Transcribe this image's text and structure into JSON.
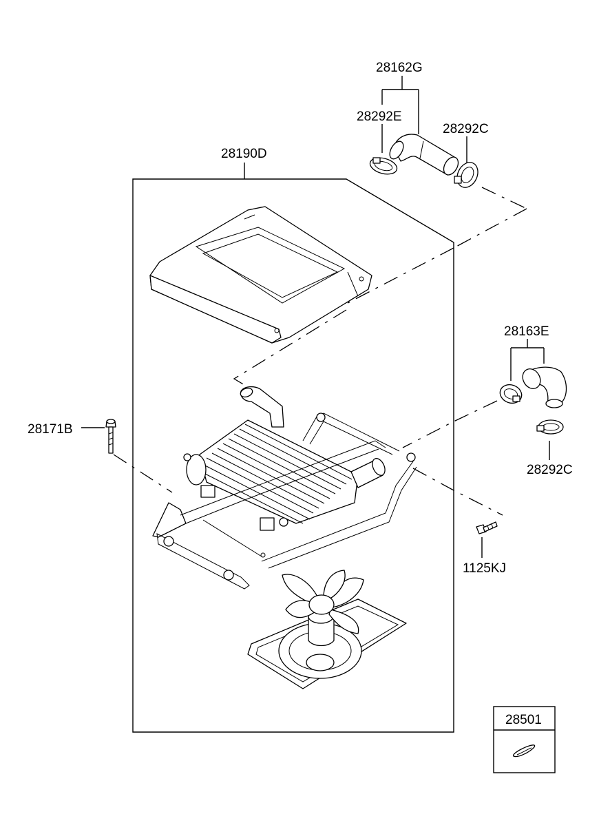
{
  "labels": {
    "hose_assembly_upper": "28162G",
    "clamp_upper_left": "28292E",
    "clamp_upper_right": "28292C",
    "cooler_assembly": "28190D",
    "hose_assembly_right": "28163E",
    "clamp_right_lower": "28292C",
    "bolt_left": "28171B",
    "bolt_right": "1125KJ",
    "legend_part": "28501"
  }
}
